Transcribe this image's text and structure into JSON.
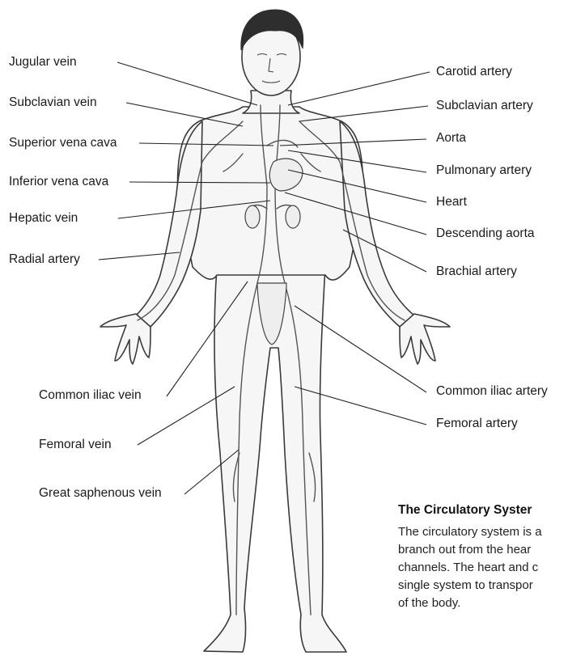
{
  "labels": {
    "left": [
      "Jugular vein",
      "Subclavian vein",
      "Superior vena cava",
      "Inferior vena cava",
      "Hepatic vein",
      "Radial artery",
      "Common iliac vein",
      "Femoral vein",
      "Great saphenous vein"
    ],
    "right": [
      "Carotid artery",
      "Subclavian artery",
      "Aorta",
      "Pulmonary artery",
      "Heart",
      "Descending aorta",
      "Brachial artery",
      "Common iliac artery",
      "Femoral artery"
    ]
  },
  "info": {
    "title": "The Circulatory Syster",
    "lines": [
      "The circulatory system is a",
      "branch out from the hear",
      "channels. The heart and c",
      "single system to transpor",
      "of the body."
    ]
  },
  "colors": {
    "ink": "#1a1a1a",
    "outline": "#3a3a3a",
    "vessel": "#555555",
    "skin": "#f4f4f4",
    "hair": "#2e2e2e"
  }
}
